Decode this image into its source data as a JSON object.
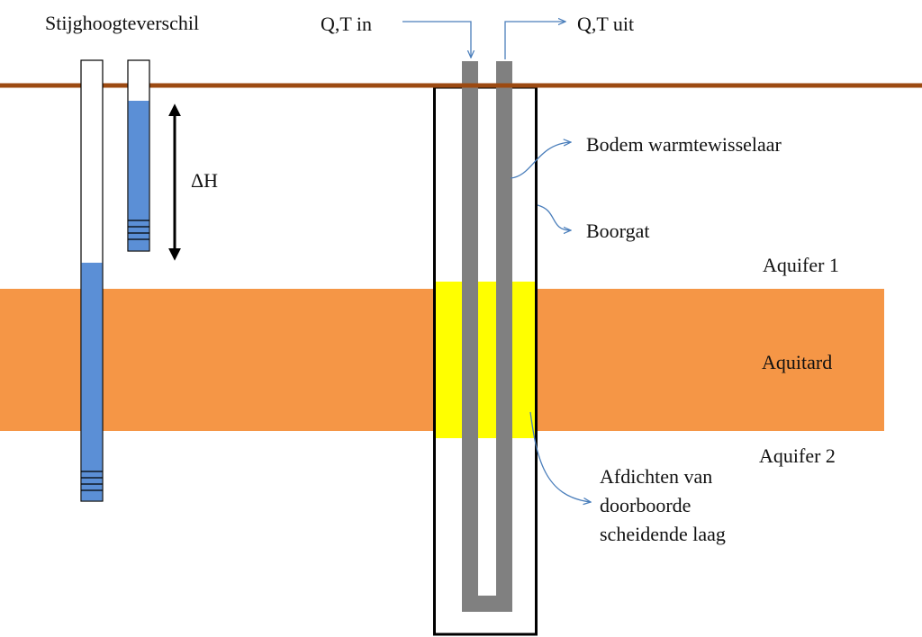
{
  "labels": {
    "piezometer_title": "Stijghoogteverschil",
    "delta_h": "ΔH",
    "flow_in": "Q,T in",
    "flow_out": "Q,T uit",
    "heat_exchanger": "Bodem warmtewisselaar",
    "borehole": "Boorgat",
    "aquifer1": "Aquifer 1",
    "aquitard": "Aquitard",
    "aquifer2": "Aquifer 2",
    "seal_line1": "Afdichten van",
    "seal_line2": "doorboorde",
    "seal_line3": "scheidende laag"
  },
  "colors": {
    "ground_surface": "#9c4a12",
    "aquitard": "#f59646",
    "seal": "#ffff00",
    "water": "#5b8fd6",
    "pipe": "#808080",
    "leader": "#4a7ebb"
  }
}
